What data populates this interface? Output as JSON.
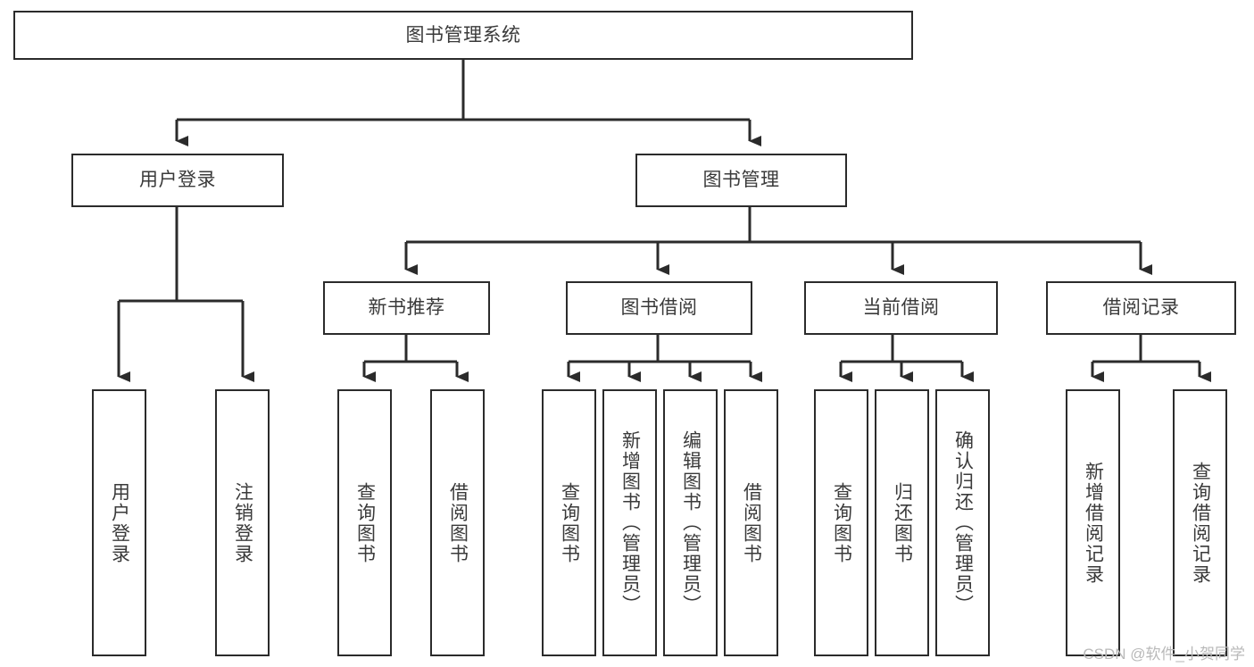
{
  "diagram": {
    "title": "图书管理系统",
    "watermark": "CSDN @软件_小贺同学",
    "colors": {
      "stroke": "#2b2b2b",
      "text": "#3a3a3a",
      "background": "#ffffff",
      "watermark": "#b9b9b9"
    },
    "root": {
      "label": "图书管理系统"
    },
    "level2": [
      {
        "label": "用户登录"
      },
      {
        "label": "图书管理"
      }
    ],
    "level3": [
      {
        "label": "新书推荐"
      },
      {
        "label": "图书借阅"
      },
      {
        "label": "当前借阅"
      },
      {
        "label": "借阅记录"
      }
    ],
    "leaves": {
      "user_login": [
        {
          "label": "用户登录"
        },
        {
          "label": "注销登录"
        }
      ],
      "new_book_recommend": [
        {
          "label": "查询图书"
        },
        {
          "label": "借阅图书"
        }
      ],
      "book_borrow": [
        {
          "label": "查询图书"
        },
        {
          "label": "新增图书（管理员）"
        },
        {
          "label": "编辑图书（管理员）"
        },
        {
          "label": "借阅图书"
        }
      ],
      "current_borrow": [
        {
          "label": "查询图书"
        },
        {
          "label": "归还图书"
        },
        {
          "label": "确认归还（管理员）"
        }
      ],
      "borrow_record": [
        {
          "label": "新增借阅记录"
        },
        {
          "label": "查询借阅记录"
        }
      ]
    }
  }
}
